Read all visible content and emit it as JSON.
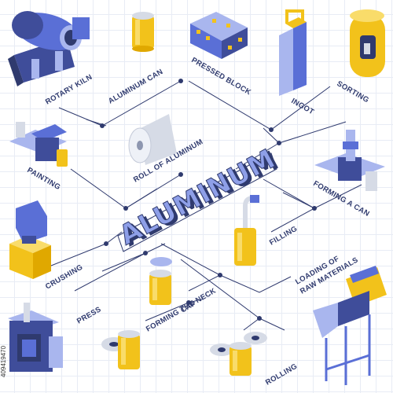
{
  "title": "ALUMINUM",
  "watermark": "409419470",
  "colors": {
    "navy": "#2f3a6e",
    "blue": "#5a6fd6",
    "light_blue": "#a9b6ee",
    "gold": "#f2c21b",
    "light_gold": "#f9dc6a",
    "silver": "#d6dbe6"
  },
  "labels": {
    "rotary_kiln": "ROTARY KILN",
    "aluminum_can": "ALUMINUM CAN",
    "pressed_block": "PRESSED BLOCK",
    "ingot": "INGOT",
    "sorting": "SORTING",
    "painting": "PAINTING",
    "roll_of_aluminum": "ROLL OF ALUMINUM",
    "forming_a_can": "FORMING A CAN",
    "filling": "FILLING",
    "loading_line1": "LOADING OF",
    "loading_line2": "RAW MATERIALS",
    "crushing": "CRUSHING",
    "press": "PRESS",
    "cap": "CAP",
    "forming_the_neck": "FORMING THE NECK",
    "rolling": "ROLLING"
  },
  "icons": [
    "rotary-kiln-icon",
    "aluminum-can-icon",
    "pressed-block-icon",
    "ingot-icon",
    "sorting-bin-icon",
    "painting-machine-icon",
    "roll-icon",
    "forming-machine-icon",
    "filling-nozzle-icon",
    "loader-icon",
    "crusher-icon",
    "press-machine-icon",
    "cap-icon",
    "neck-forming-icon",
    "rolling-cans-icon"
  ]
}
